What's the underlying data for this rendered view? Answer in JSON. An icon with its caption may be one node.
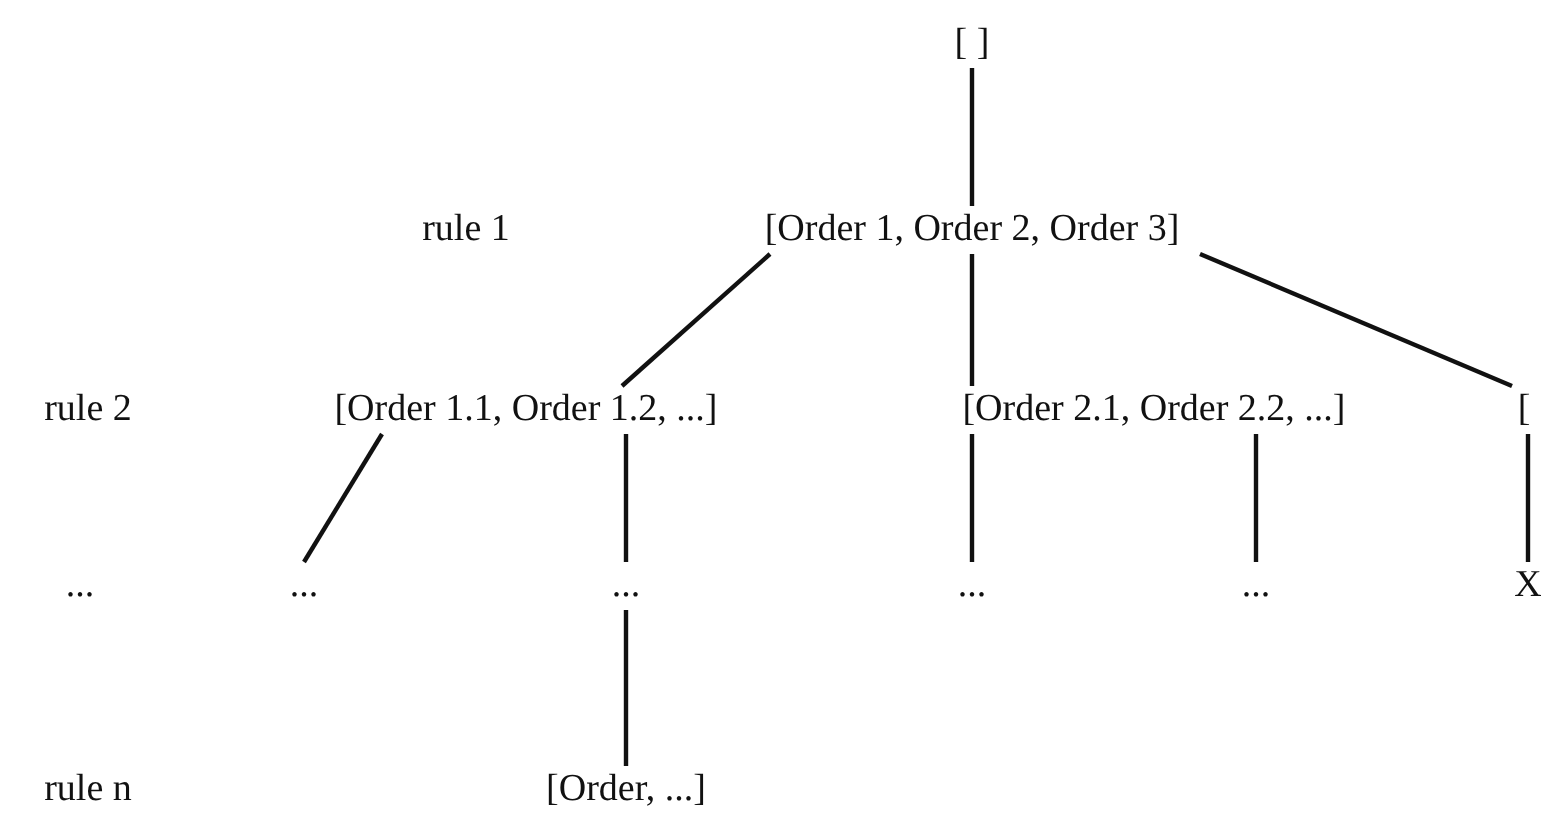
{
  "diagram": {
    "nodes": [
      {
        "text": [
          "[ ]"
        ]
      },
      {
        "text": [
          "[Order 1, Order 2, Order 3]"
        ]
      },
      {
        "text": [
          "[Order 1.1, Order 1.2, ...]"
        ]
      },
      {
        "text": [
          "[Order 2.1, Order 2.2, ...]"
        ]
      },
      {
        "text": [
          "["
        ]
      },
      {
        "text": [
          "..."
        ]
      },
      {
        "text": [
          "..."
        ]
      },
      {
        "text": [
          "..."
        ]
      },
      {
        "text": [
          "..."
        ]
      },
      {
        "text": [
          "X"
        ]
      },
      {
        "text": [
          "[Order, ...]"
        ]
      }
    ],
    "edges": [
      {
        "from": 0,
        "to": 1,
        "arrow": "none"
      },
      {
        "from": 1,
        "to": 2,
        "arrow": "none"
      },
      {
        "from": 1,
        "to": 3,
        "arrow": "none"
      },
      {
        "from": 1,
        "to": 4,
        "arrow": "none"
      },
      {
        "from": 2,
        "to": 5,
        "arrow": "none"
      },
      {
        "from": 2,
        "to": 6,
        "arrow": "none"
      },
      {
        "from": 3,
        "to": 7,
        "arrow": "none"
      },
      {
        "from": 3,
        "to": 8,
        "arrow": "none"
      },
      {
        "from": 4,
        "to": 9,
        "arrow": "none"
      },
      {
        "from": 6,
        "to": 10,
        "arrow": "none"
      }
    ],
    "labels": [
      "rule 1",
      "rule 2",
      "...",
      "rule n"
    ]
  }
}
